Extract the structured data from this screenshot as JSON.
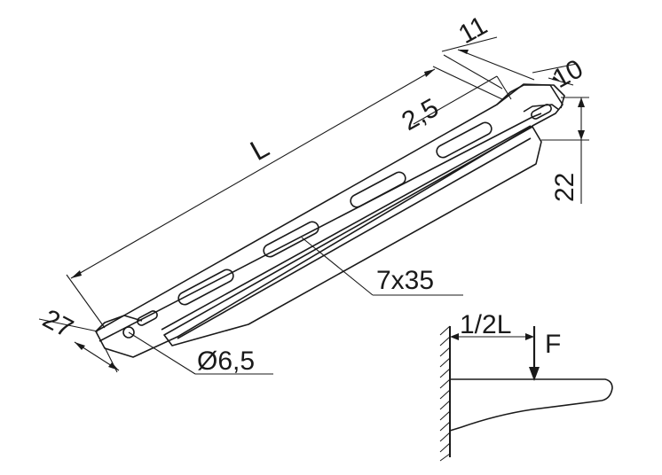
{
  "dimensions": {
    "length": "L",
    "offset": "2,5",
    "top_width": "11",
    "flange_width": "10",
    "height": "22",
    "base_width": "27",
    "hole_diameter": "Ø6,5",
    "slot_size": "7x35"
  },
  "load_diagram": {
    "position_label": "1/2L",
    "force_label": "F"
  }
}
